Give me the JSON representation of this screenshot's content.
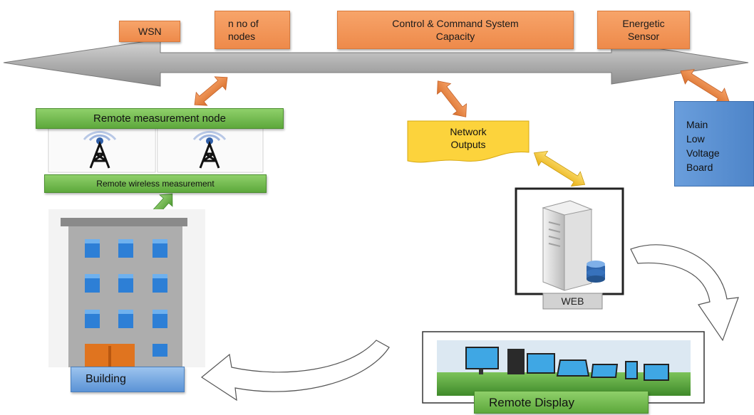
{
  "bus": {
    "wsn": "WSN",
    "nodes": "n no of\nnodes",
    "control": "Control & Command System\nCapacity",
    "energetic": "Energetic\nSensor"
  },
  "left": {
    "remote_measurement_node": "Remote measurement node",
    "remote_wireless_measurement": "Remote wireless measurement",
    "building": "Building"
  },
  "right": {
    "network_outputs": "Network\nOutputs",
    "main_board": "Main\nLow\nVoltage\nBoard",
    "web": "WEB",
    "remote_display": "Remote Display"
  },
  "colors": {
    "orange": "#ee8a4a",
    "green": "#6fb84a",
    "blue_board": "#5b8fd0",
    "yellow_note": "#fcd33c",
    "bus_gray": "#a8a8a8"
  }
}
